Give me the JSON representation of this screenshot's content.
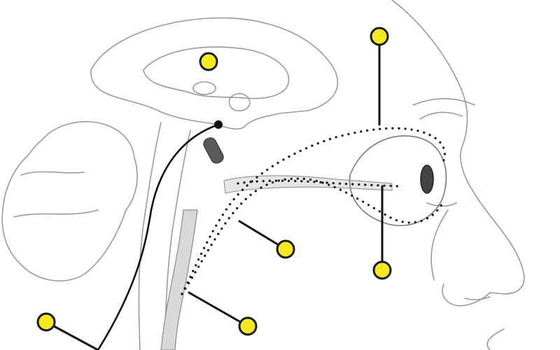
{
  "diagram": {
    "subject": "",
    "marker_count": 6
  },
  "colors": {
    "marker_fill": "#f5ea1c",
    "marker_stroke": "#1a1a1a",
    "leader_line": "#111111",
    "outline": "#9a9a9a",
    "shade": "#d9d9d9",
    "vessel_fill": "#5a5a5a",
    "background": "#ffffff"
  },
  "markers": [
    {
      "id": "brain-interior",
      "label": ""
    },
    {
      "id": "upper-eye",
      "label": ""
    },
    {
      "id": "optic-path",
      "label": ""
    },
    {
      "id": "lower-eye",
      "label": ""
    },
    {
      "id": "neck-vessel",
      "label": ""
    },
    {
      "id": "lower-left",
      "label": ""
    }
  ]
}
